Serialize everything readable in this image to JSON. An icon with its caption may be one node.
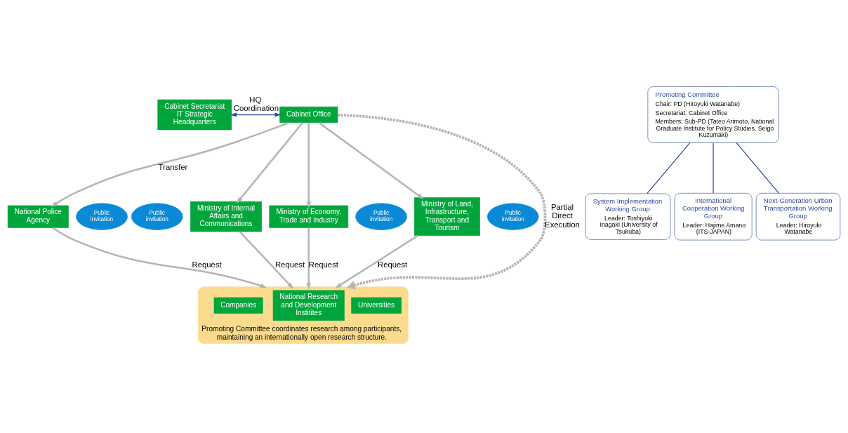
{
  "diagram": {
    "nodes": [
      {
        "text": [
          "Cabinet Secretariat",
          "IT Strategic Headquarters"
        ]
      },
      {
        "text": [
          "Cabinet Office"
        ]
      },
      {
        "text": [
          "Promoting Committee",
          "Chair: PD (Hiroyuki Watanabe)",
          "Secretariat: Cabinet Office",
          "Members: Sub-PD (Tateo Arimoto, National Graduate Institute for Policy Studies, Seigo Kuzumaki)"
        ]
      },
      {
        "text": [
          "System Implementation Working Group",
          "Leader: Toshiyuki Inagaki (University of Tsukuba)"
        ]
      },
      {
        "text": [
          "International Cooperation Working Group",
          "Leader: Hajime Amano (ITS-JAPAN)"
        ]
      },
      {
        "text": [
          "Next-Generation Urban Transportation Working Group",
          "Leader: Hiroyuki Watanabe"
        ]
      },
      {
        "text": [
          "National Police Agency"
        ]
      },
      {
        "text": [
          "Ministry of Internal Affairs and Communications"
        ]
      },
      {
        "text": [
          "Ministry of Economy, Trade and Industry"
        ]
      },
      {
        "text": [
          "Ministry of Land, Infrastructure, Transport and Tourism"
        ]
      },
      {
        "text": [
          "Public invitation"
        ]
      },
      {
        "text": [
          "Public invitation"
        ]
      },
      {
        "text": [
          "Public invitation"
        ]
      },
      {
        "text": [
          "Public invitation"
        ]
      },
      {
        "text": [
          "Promoting Committee coordinates research among participants, maintaining an internationally open research structure."
        ]
      },
      {
        "text": [
          "Universities"
        ],
        "in": 14
      },
      {
        "text": [
          "National Research and Development Institites"
        ],
        "in": 14
      },
      {
        "text": [
          "Companies"
        ],
        "in": 14
      }
    ],
    "edges": [
      {
        "from": 0,
        "to": 1,
        "arrow": "both",
        "label": "HQ Coordination",
        "color": "#2b4aa0"
      },
      {
        "from": 2,
        "to": 3,
        "arrow": "none",
        "color": "#2b4aa0"
      },
      {
        "from": 2,
        "to": 4,
        "arrow": "none",
        "color": "#2b4aa0"
      },
      {
        "from": 2,
        "to": 5,
        "arrow": "none",
        "color": "#2b4aa0"
      },
      {
        "from": 1,
        "to": 6,
        "arrow": "to",
        "label": "Transfer"
      },
      {
        "from": 1,
        "to": 7,
        "arrow": "to"
      },
      {
        "from": 1,
        "to": 8,
        "arrow": "to"
      },
      {
        "from": 1,
        "to": 9,
        "arrow": "to"
      },
      {
        "from": 1,
        "to": 14,
        "arrow": "to",
        "style": "dashed",
        "label": "Partial Direct Execution"
      },
      {
        "from": 6,
        "to": 14,
        "arrow": "to",
        "label": "Request"
      },
      {
        "from": 7,
        "to": 14,
        "arrow": "to",
        "label": "Request"
      },
      {
        "from": 8,
        "to": 14,
        "arrow": "to",
        "label": "Request"
      },
      {
        "from": 9,
        "to": 14,
        "arrow": "to",
        "label": "Request"
      }
    ]
  }
}
